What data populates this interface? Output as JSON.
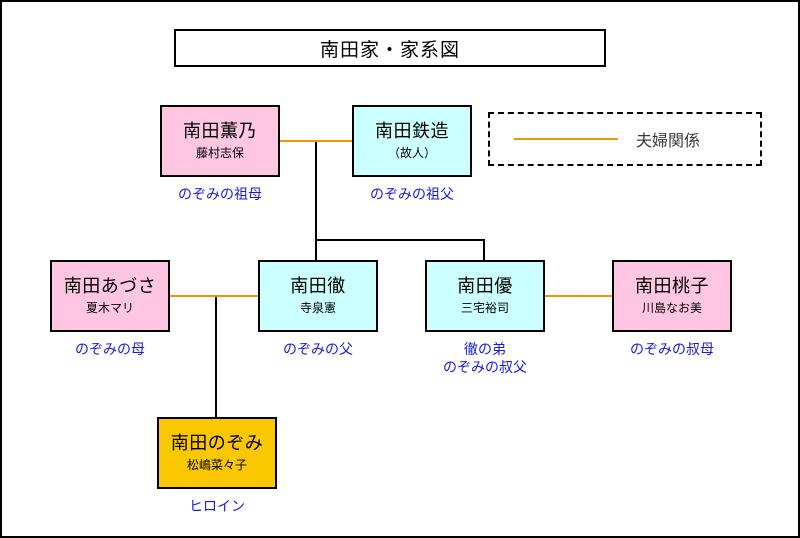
{
  "title": "南田家・家系図",
  "legend": {
    "line_label": "夫婦関係",
    "line_color": "#F0960A"
  },
  "colors": {
    "female": "#FFC6E2",
    "male": "#CCFFFF",
    "heroine": "#FBC700",
    "caption": "#1919E6",
    "marriage_line": "#F0960A",
    "descent_line": "#000000"
  },
  "people": {
    "grandmother": {
      "name": "南田薫乃",
      "actor": "藤村志保",
      "caption": "のぞみの祖母"
    },
    "grandfather": {
      "name": "南田鉄造",
      "actor": "（故人）",
      "caption": "のぞみの祖父"
    },
    "mother": {
      "name": "南田あづさ",
      "actor": "夏木マリ",
      "caption": "のぞみの母"
    },
    "father": {
      "name": "南田徹",
      "actor": "寺泉憲",
      "caption": "のぞみの父"
    },
    "uncle": {
      "name": "南田優",
      "actor": "三宅裕司",
      "caption": "徹の弟\nのぞみの叔父"
    },
    "aunt": {
      "name": "南田桃子",
      "actor": "川島なお美",
      "caption": "のぞみの叔母"
    },
    "heroine": {
      "name": "南田のぞみ",
      "actor": "松嶋菜々子",
      "caption": "ヒロイン"
    }
  }
}
